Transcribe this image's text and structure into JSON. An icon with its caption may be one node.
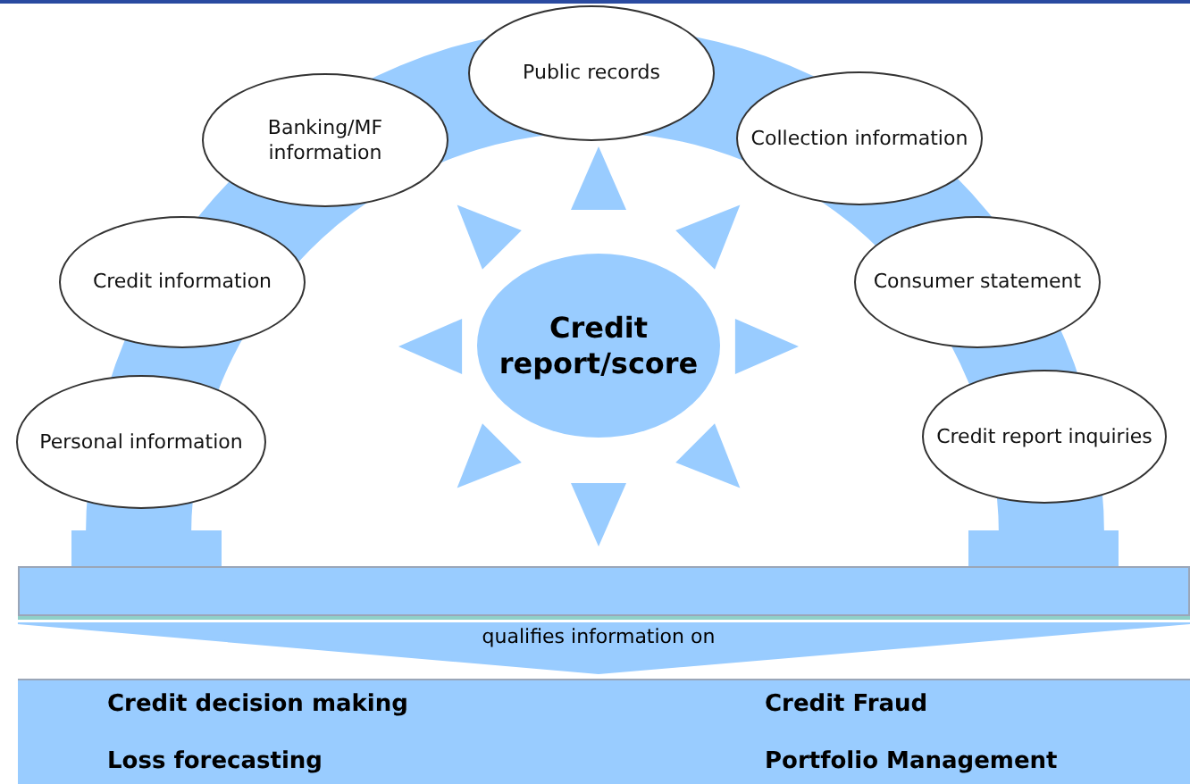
{
  "diagram": {
    "nodes": [
      {
        "text": [
          "Personal information"
        ]
      },
      {
        "text": [
          "Credit information"
        ]
      },
      {
        "text": [
          "Banking/MF information"
        ]
      },
      {
        "text": [
          "Public records"
        ]
      },
      {
        "text": [
          "Collection information"
        ]
      },
      {
        "text": [
          "Consumer statement"
        ]
      },
      {
        "text": [
          "Credit report inquiries"
        ]
      },
      {
        "text": [
          "Credit report/score"
        ]
      },
      {
        "text": [],
        "shape": "bar"
      },
      {
        "text": [
          "Credit decision making",
          "Credit Fraud",
          "Loss forecasting",
          "Portfolio Management"
        ]
      }
    ],
    "edges": [
      {
        "from": 8,
        "to": 9,
        "arrow": "to",
        "label": "qualifies information on"
      }
    ]
  }
}
